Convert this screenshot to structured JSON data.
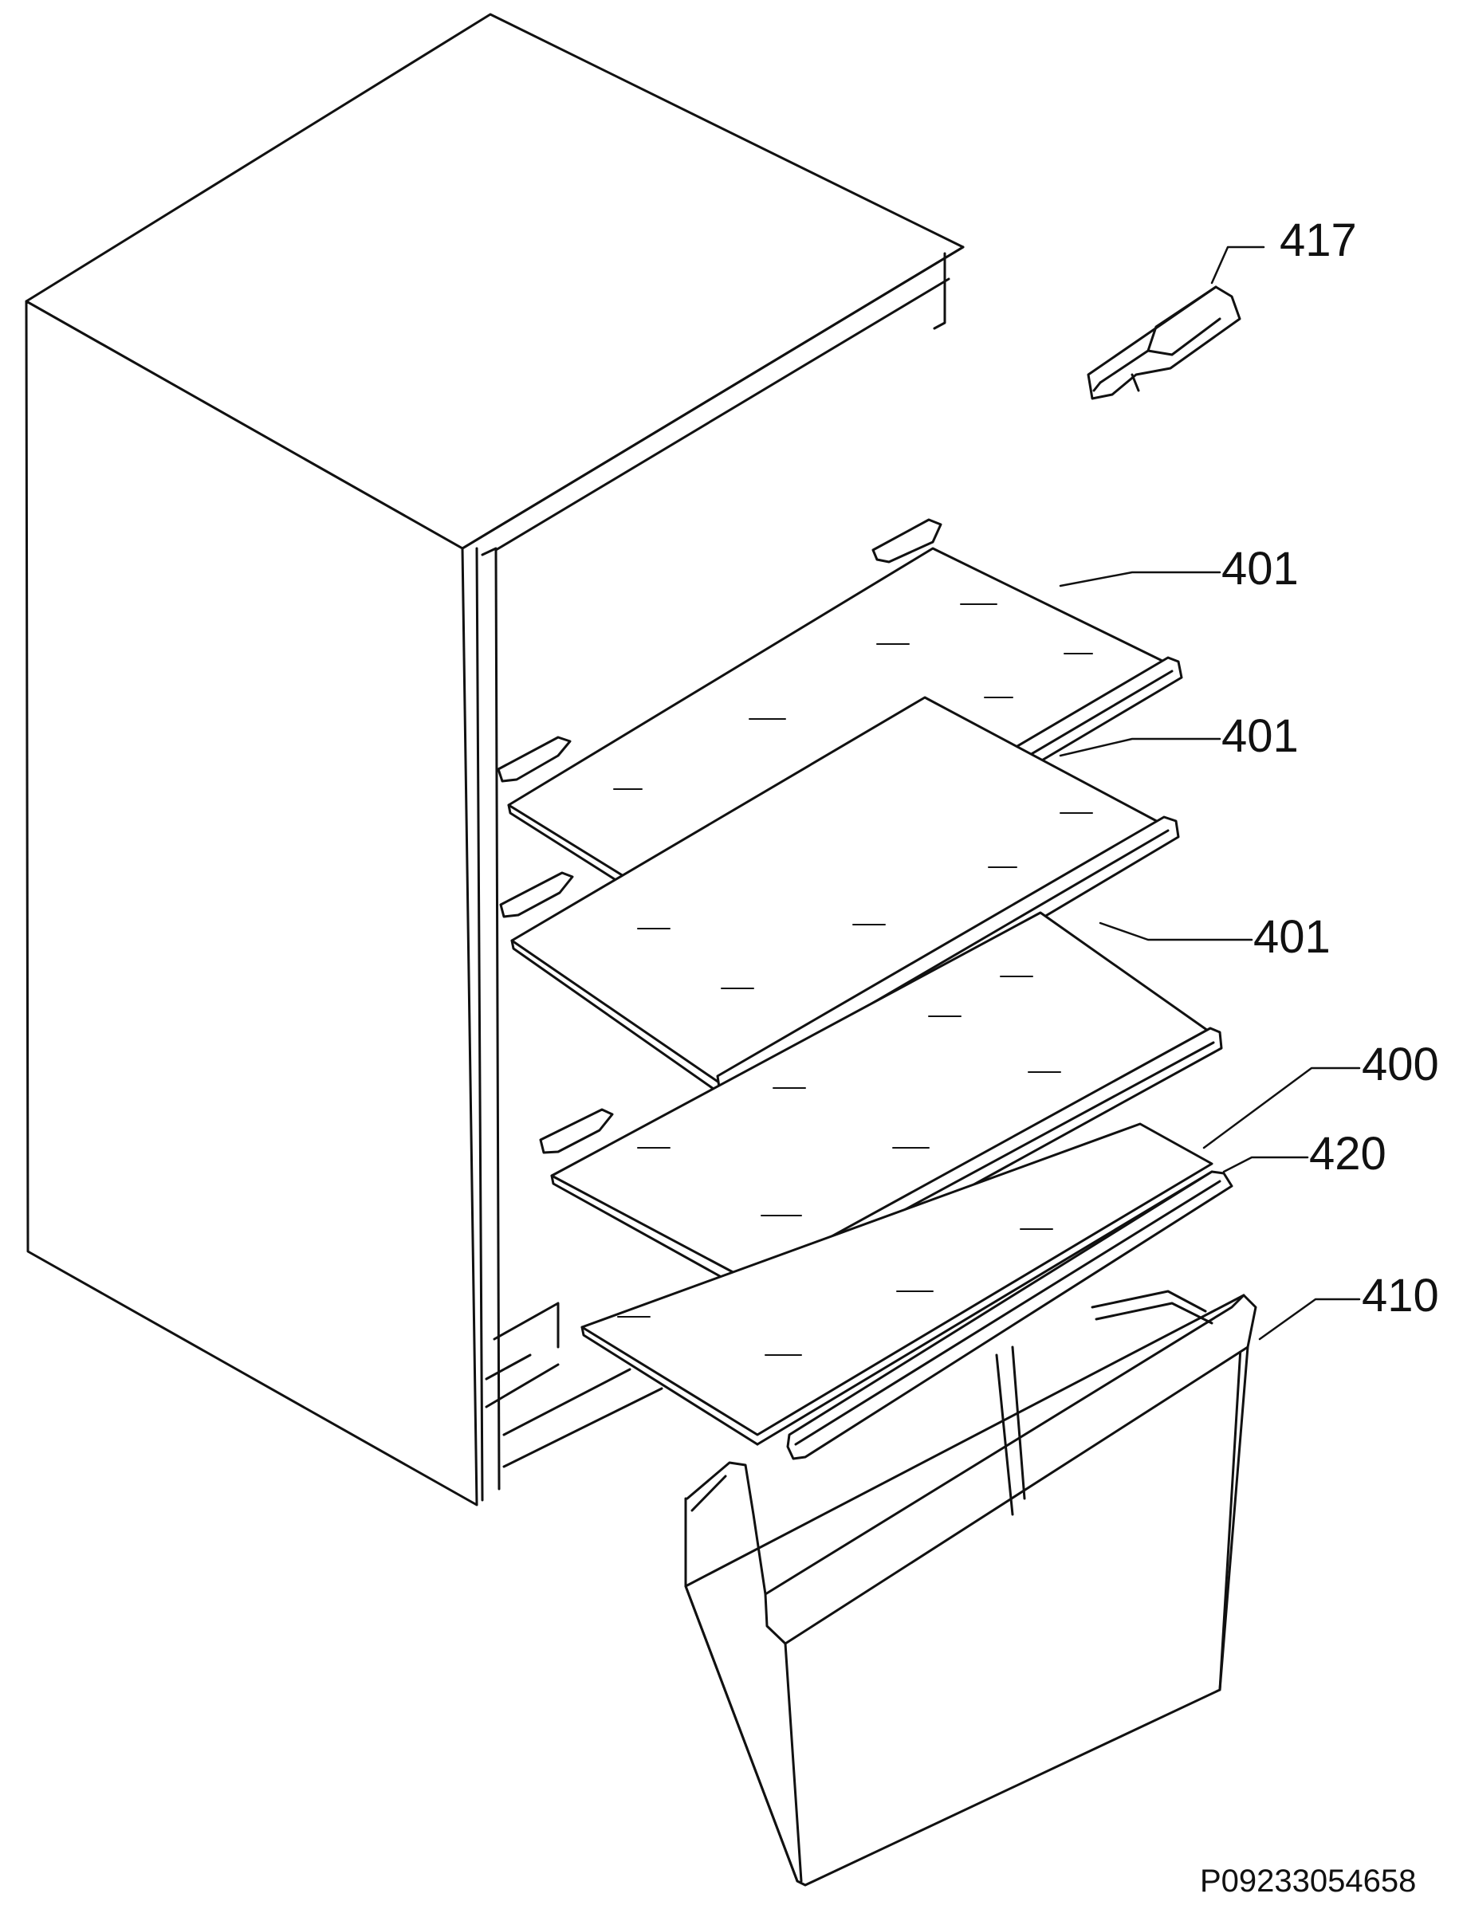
{
  "diagram": {
    "colors": {
      "ink": "#111111",
      "paper": "#ffffff",
      "shade": "#e6e6e6"
    },
    "callouts": [
      {
        "id": "417",
        "label": "417",
        "part": "clip"
      },
      {
        "id": "401a",
        "label": "401",
        "part": "glass-shelf"
      },
      {
        "id": "401b",
        "label": "401",
        "part": "glass-shelf"
      },
      {
        "id": "401c",
        "label": "401",
        "part": "glass-shelf"
      },
      {
        "id": "400",
        "label": "400",
        "part": "crisper-cover-glass"
      },
      {
        "id": "420",
        "label": "420",
        "part": "shelf-trim"
      },
      {
        "id": "410",
        "label": "410",
        "part": "crisper-drawer"
      }
    ],
    "reference": "P09233054658"
  }
}
